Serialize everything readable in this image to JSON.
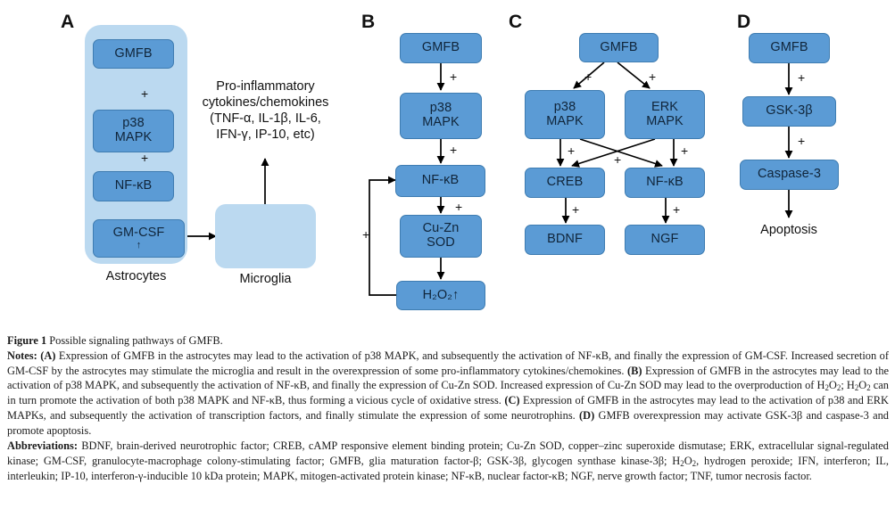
{
  "figure": {
    "panels": [
      {
        "letter": "A",
        "compartments": [
          {
            "name": "astrocytes",
            "label": "Astrocytes"
          },
          {
            "name": "microglia",
            "label": "Microglia"
          }
        ],
        "nodes": [
          {
            "name": "gmfb",
            "lines": [
              "GMFB"
            ],
            "marker": ""
          },
          {
            "name": "p38-mapk",
            "lines": [
              "p38",
              "MAPK"
            ],
            "marker": ""
          },
          {
            "name": "nf-kb",
            "lines": [
              "NF-κB"
            ],
            "marker": ""
          },
          {
            "name": "gm-csf",
            "lines": [
              "GM-CSF"
            ],
            "marker": "↑"
          }
        ],
        "free_text": {
          "name": "pro-inflammatory-output",
          "lines": [
            "Pro-inflammatory",
            "cytokines/chemokines",
            "(TNF-α, IL-1β, IL-6,",
            "IFN-γ, IP-10, etc)"
          ]
        },
        "edge_signs": [
          "+",
          "+"
        ]
      },
      {
        "letter": "B",
        "nodes": [
          {
            "name": "gmfb",
            "lines": [
              "GMFB"
            ],
            "marker": ""
          },
          {
            "name": "p38-mapk",
            "lines": [
              "p38",
              "MAPK"
            ],
            "marker": ""
          },
          {
            "name": "nf-kb",
            "lines": [
              "NF-κB"
            ],
            "marker": ""
          },
          {
            "name": "cu-zn-sod",
            "lines": [
              "Cu-Zn",
              "SOD"
            ],
            "marker": ""
          },
          {
            "name": "h2o2",
            "lines": [
              "H₂O₂↑"
            ],
            "marker": ""
          }
        ],
        "edge_signs": [
          "+",
          "+",
          "+",
          "+"
        ]
      },
      {
        "letter": "C",
        "nodes": [
          {
            "name": "gmfb",
            "lines": [
              "GMFB"
            ],
            "marker": ""
          },
          {
            "name": "p38-mapk",
            "lines": [
              "p38",
              "MAPK"
            ],
            "marker": ""
          },
          {
            "name": "erk-mapk",
            "lines": [
              "ERK",
              "MAPK"
            ],
            "marker": ""
          },
          {
            "name": "creb",
            "lines": [
              "CREB"
            ],
            "marker": ""
          },
          {
            "name": "nf-kb",
            "lines": [
              "NF-κB"
            ],
            "marker": ""
          },
          {
            "name": "bdnf",
            "lines": [
              "BDNF"
            ],
            "marker": ""
          },
          {
            "name": "ngf",
            "lines": [
              "NGF"
            ],
            "marker": ""
          }
        ],
        "edge_signs": [
          "+",
          "+",
          "+",
          "+",
          "+",
          "+"
        ]
      },
      {
        "letter": "D",
        "nodes": [
          {
            "name": "gmfb",
            "lines": [
              "GMFB"
            ],
            "marker": ""
          },
          {
            "name": "gsk-3beta",
            "lines": [
              "GSK-3β"
            ],
            "marker": ""
          },
          {
            "name": "caspase-3",
            "lines": [
              "Caspase-3"
            ],
            "marker": ""
          }
        ],
        "terminal_text": "Apoptosis",
        "edge_signs": [
          "+",
          "+"
        ]
      }
    ],
    "colors": {
      "node_fill": "#5B9BD5",
      "node_stroke": "#3E7CB1",
      "compartment_fill": "#BBD9F0",
      "arrow": "#000000",
      "text": "#111111"
    }
  },
  "caption": {
    "title_lead": "Figure 1",
    "title_rest": " Possible signaling pathways of GMFB.",
    "notes_lead": "Notes:",
    "notes_a_tag": "(A)",
    "notes_a": " Expression of GMFB in the astrocytes may lead to the activation of p38 MAPK, and subsequently the activation of NF-κB, and finally the expression of GM-CSF. Increased secretion of GM-CSF by the astrocytes may stimulate the microglia and result in the overexpression of some pro-inflammatory cytokines/chemokines. ",
    "notes_b_tag": "(B)",
    "notes_b_part1": " Expression of GMFB in the astrocytes may lead to the activation of p38 MAPK, and subsequently the activation of NF-κB, and finally the expression of Cu-Zn SOD. Increased expression of Cu-Zn SOD may lead to the overproduction of H",
    "notes_b_part2": "O",
    "notes_b_part3": "; H",
    "notes_b_part4": "O",
    "notes_b_part5": " can in turn promote the activation of both p38 MAPK and NF-κB, thus forming a vicious cycle of oxidative stress. ",
    "notes_c_tag": "(C)",
    "notes_c": " Expression of GMFB in the astrocytes may lead to the activation of p38 and ERK MAPKs, and subsequently the activation of transcription factors, and finally stimulate the expression of some neurotrophins. ",
    "notes_d_tag": "(D)",
    "notes_d": " GMFB overexpression may activate GSK-3β and caspase-3 and promote apoptosis.",
    "abbrev_lead": "Abbreviations:",
    "abbrev_part1": " BDNF, brain-derived neurotrophic factor; CREB, cAMP responsive element binding protein; Cu-Zn SOD, copper–zinc superoxide dismutase; ERK, extracellular signal-regulated kinase; GM-CSF, granulocyte-macrophage colony-stimulating factor; GMFB, glia maturation factor-β; GSK-3β, glycogen synthase kinase-3β; H",
    "abbrev_part2": "O",
    "abbrev_part3": ", hydrogen peroxide; IFN, interferon; IL, interleukin; IP-10, interferon-γ-inducible 10 kDa protein; MAPK, mitogen-activated protein kinase; NF-κB, nuclear factor-κB; NGF, nerve growth factor; TNF, tumor necrosis factor.",
    "sub_2": "2"
  }
}
